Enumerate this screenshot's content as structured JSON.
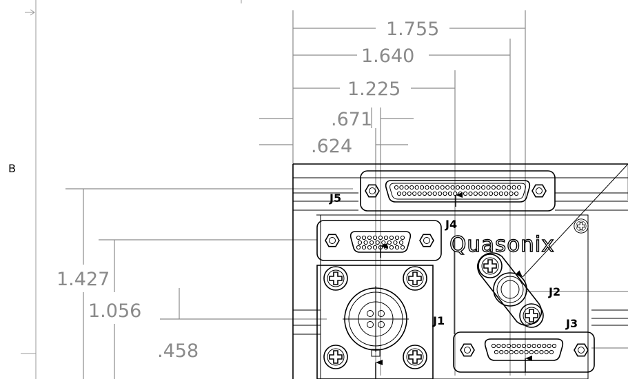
{
  "zone_label": "B",
  "dimensions": {
    "horizontal": [
      "1.755",
      "1.640",
      "1.225",
      ".671",
      ".624"
    ],
    "vertical": [
      "1.427",
      "1.056",
      ".458"
    ]
  },
  "connector_labels": {
    "j1": "J1",
    "j2": "J2",
    "j3": "J3",
    "j4": "J4",
    "j5": "J5"
  },
  "brand": "Quasonix",
  "colors": {
    "dimension_text": "#8a8a8a",
    "outline": "#000000",
    "background": "#ffffff"
  }
}
